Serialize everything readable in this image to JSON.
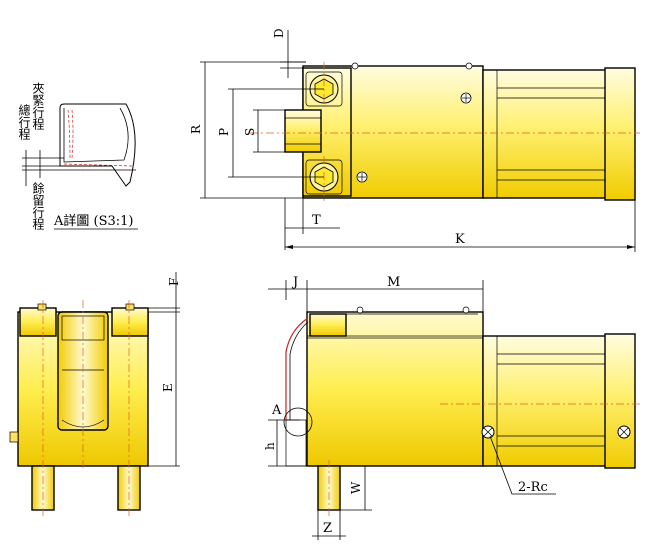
{
  "labels": {
    "D": "D",
    "R": "R",
    "P": "P",
    "S": "S",
    "T": "T",
    "K": "K",
    "F": "F",
    "E": "E",
    "J": "J",
    "M": "M",
    "A": "A",
    "h": "h",
    "W": "W",
    "Z": "Z",
    "rc": "2-Rc"
  },
  "detail": {
    "title": "A詳圖 (S3:1)",
    "total_stroke": "總行程",
    "clamp_stroke": "夾緊行程",
    "remaining_stroke": "餘留行程"
  },
  "colors": {
    "body_light": "#fffbd0",
    "body_mid": "#ffec40",
    "body_dark": "#f2d000",
    "centerline": "#e06020",
    "detail_red": "#d02020"
  }
}
